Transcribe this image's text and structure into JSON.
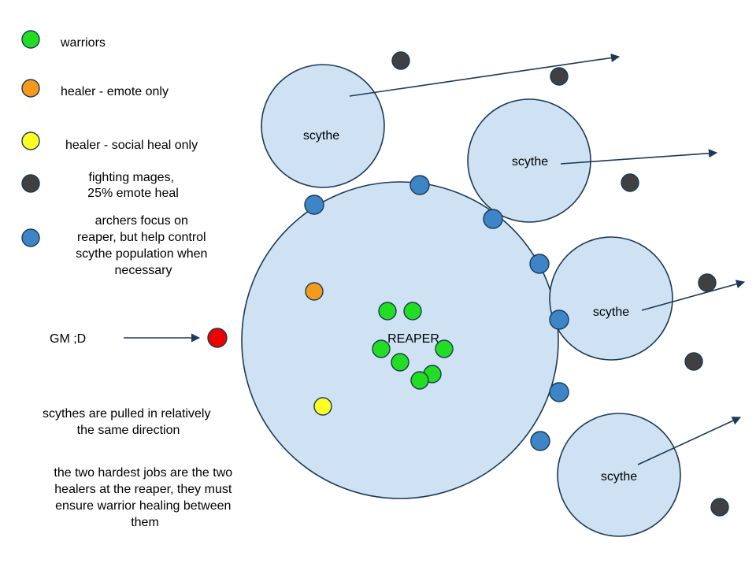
{
  "colors": {
    "zone_fill": "#cfe2f3",
    "outline": "#1b3a57",
    "warrior": "#22dd22",
    "healer_emote": "#f59a1a",
    "healer_social": "#ffff22",
    "mage": "#404040",
    "archer": "#3d85c6",
    "gm": "#ee0000"
  },
  "legend": {
    "warriors": "warriors",
    "healer_emote": "healer - emote only",
    "healer_social": "healer - social heal only",
    "mages": [
      "fighting mages,",
      "25% emote heal"
    ],
    "archers": [
      "archers focus on",
      "reaper, but help control",
      "scythe population when",
      "necessary"
    ]
  },
  "gm_label": "GM ;D",
  "notes": {
    "scythes_pulled": [
      "scythes are pulled in relatively",
      "the same direction"
    ],
    "hardest_jobs": [
      "the two hardest jobs are the two",
      "healers at the reaper, they must",
      "ensure warrior healing between",
      "them"
    ]
  },
  "reaper_label": "REAPER",
  "scythe_label": "scythe"
}
